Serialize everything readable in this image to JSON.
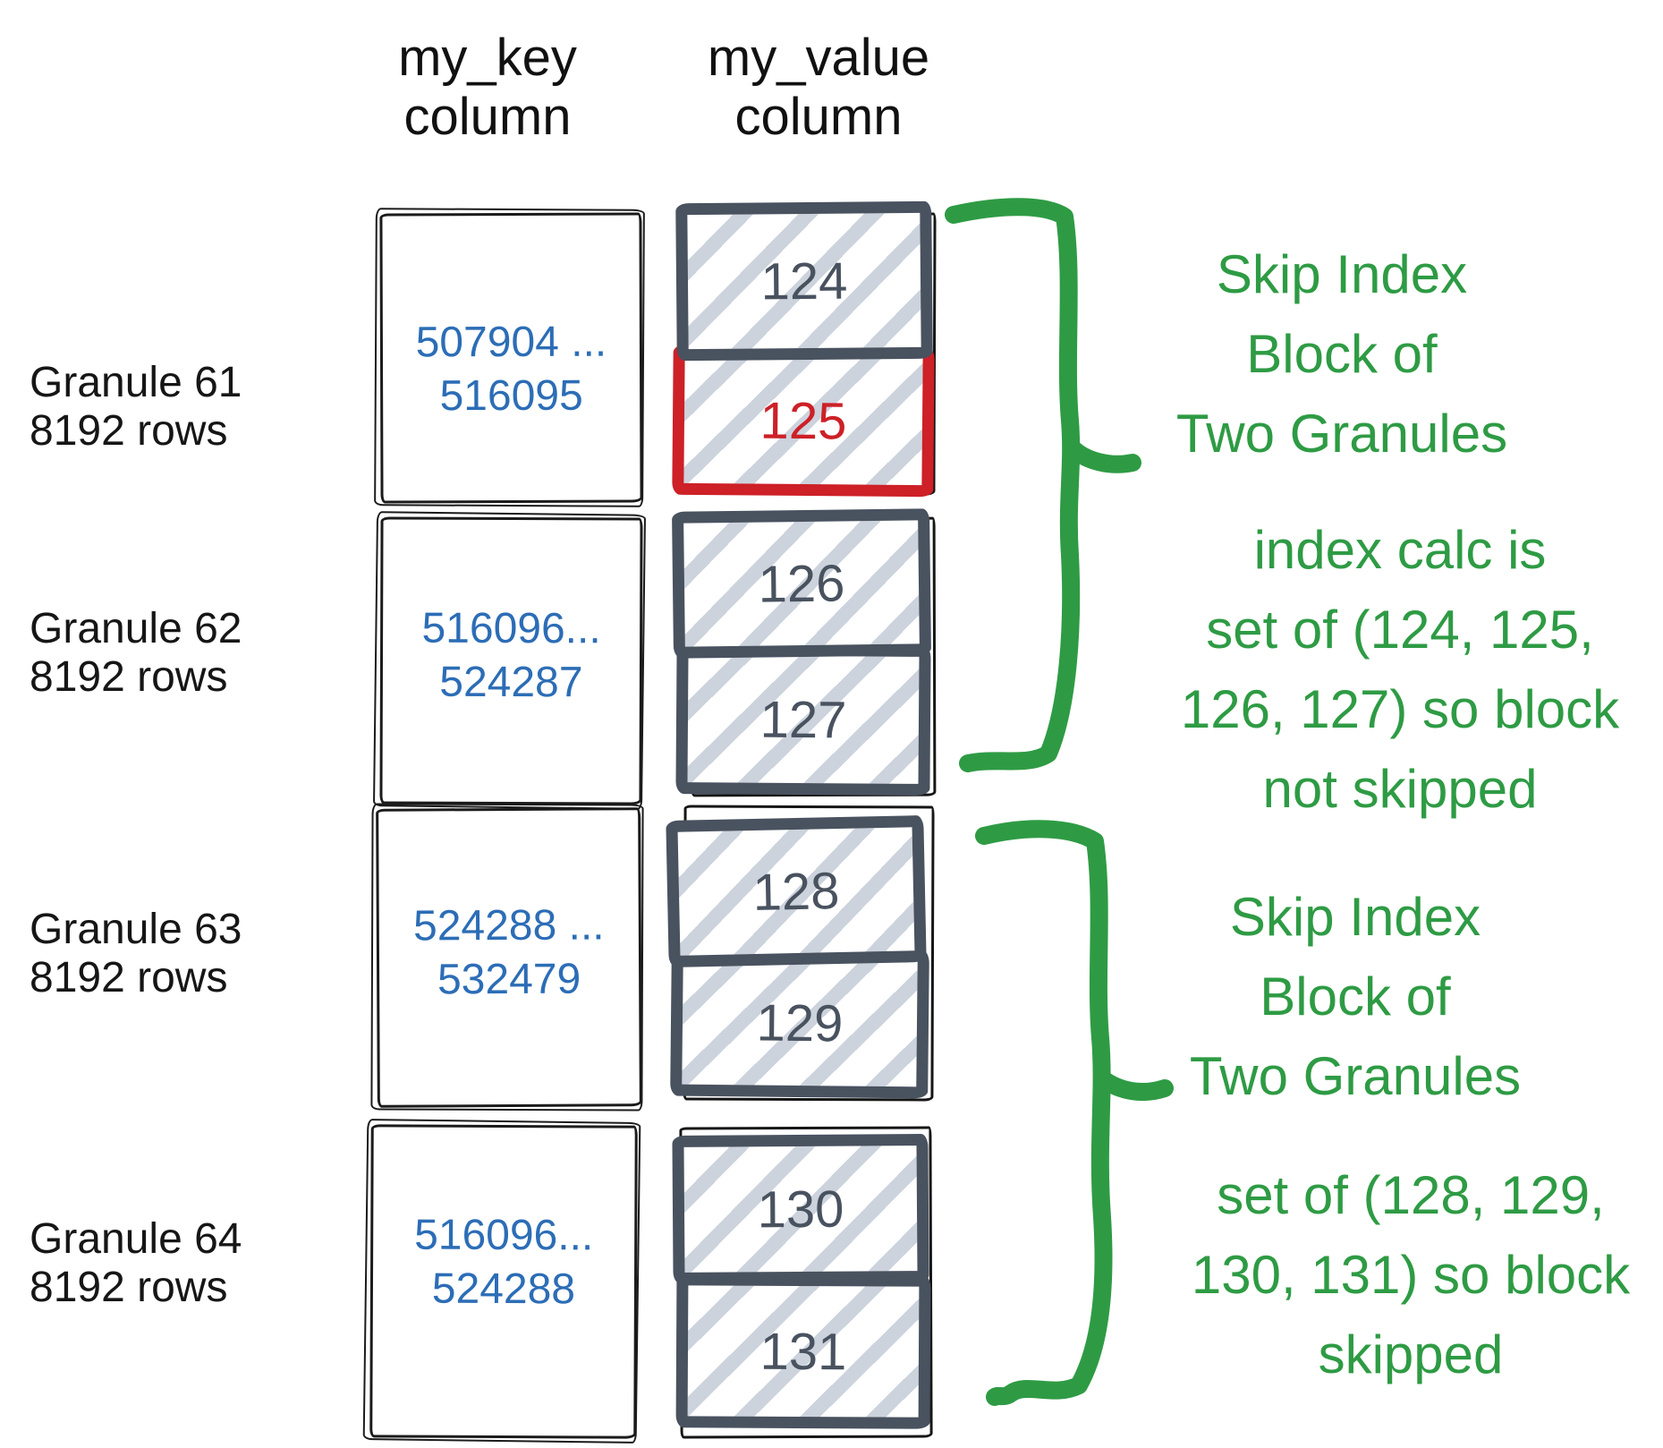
{
  "headers": {
    "key": [
      "my_key",
      "column"
    ],
    "value": [
      "my_value",
      "column"
    ]
  },
  "granules": [
    {
      "label": [
        "Granule 61",
        "8192 rows"
      ],
      "key": [
        "507904 ...",
        "516095"
      ],
      "blocks": [
        "124",
        "125"
      ],
      "highlighted_block": "125"
    },
    {
      "label": [
        "Granule 62",
        "8192 rows"
      ],
      "key": [
        "516096...",
        "524287"
      ],
      "blocks": [
        "126",
        "127"
      ]
    },
    {
      "label": [
        "Granule 63",
        "8192 rows"
      ],
      "key": [
        "524288 ...",
        "532479"
      ],
      "blocks": [
        "128",
        "129"
      ]
    },
    {
      "label": [
        "Granule 64",
        "8192 rows"
      ],
      "key": [
        "516096...",
        "524288"
      ],
      "blocks": [
        "130",
        "131"
      ]
    }
  ],
  "annotations": [
    {
      "lines": [
        "Skip Index",
        "Block of",
        "Two Granules"
      ]
    },
    {
      "lines": [
        "index calc is",
        "set of (124, 125,",
        "126, 127) so block",
        "not skipped"
      ]
    },
    {
      "lines": [
        "Skip Index",
        "Block of",
        "Two Granules"
      ]
    },
    {
      "lines": [
        "set of (128, 129,",
        "130, 131) so block",
        "skipped"
      ]
    }
  ],
  "colors": {
    "green": "#2e9b44",
    "blue": "#2c6db6",
    "slate": "#49525f",
    "red": "#cd2027",
    "hatch": "#ccd3dd",
    "black": "#141414"
  }
}
